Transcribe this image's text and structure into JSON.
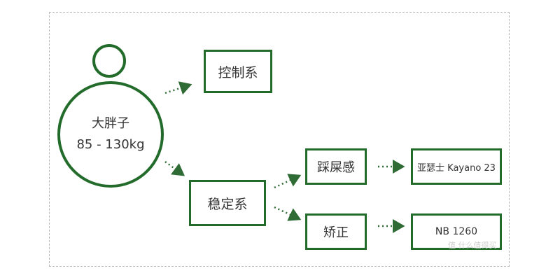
{
  "colors": {
    "green": "#226b2a",
    "arrow": "#2f6b34"
  },
  "person": {
    "label": "大胖子",
    "weight": "85 - 130kg"
  },
  "nodes": {
    "control": "控制系",
    "stability": "稳定系",
    "stepping_feel": "踩屎感",
    "correction": "矫正",
    "shoe_asics": "亚瑟士 Kayano 23",
    "shoe_nb": "NB 1260"
  },
  "watermark": "值 什么值得买"
}
